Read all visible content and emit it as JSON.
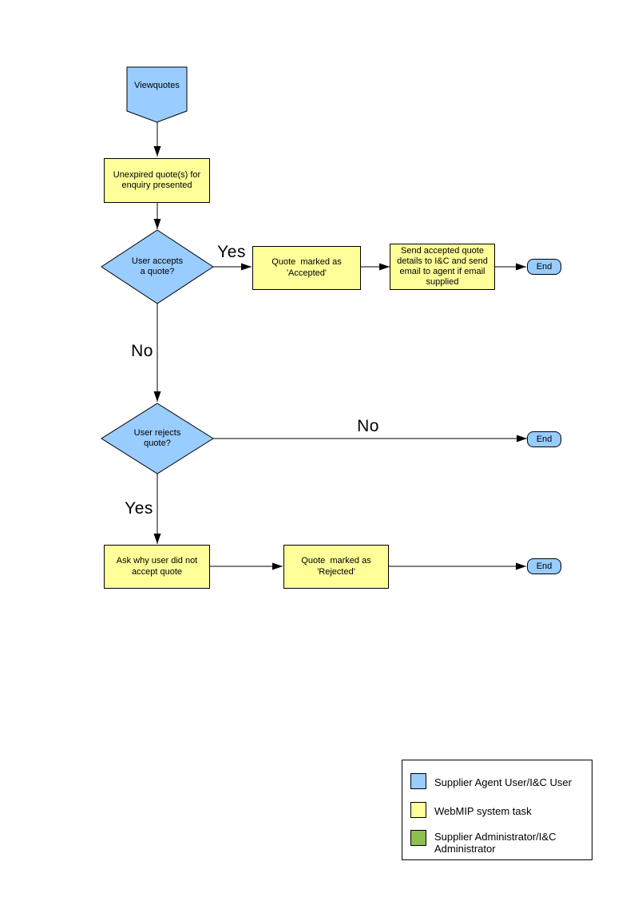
{
  "colors": {
    "actor_fill": "#99CCFF",
    "task_fill": "#FFFF99",
    "admin_fill": "#8DC04E",
    "stroke": "#000000"
  },
  "nodes": {
    "start": {
      "label": "Viewquotes"
    },
    "unexpired": {
      "label": "Unexpired quote(s) for\nenquiry presented"
    },
    "accepts_decision": {
      "label": "User accepts\na quote?"
    },
    "accepted": {
      "label": "Quote  marked as\n'Accepted'"
    },
    "send_details": {
      "label": "Send accepted quote\ndetails to I&C and send\nemail to agent if email\nsupplied"
    },
    "end_accept": {
      "label": "End"
    },
    "rejects_decision": {
      "label": "User rejects\nquote?"
    },
    "end_no_reject": {
      "label": "End"
    },
    "ask_why": {
      "label": "Ask why user did not\naccept quote"
    },
    "rejected": {
      "label": "Quote  marked as\n'Rejected'"
    },
    "end_reject": {
      "label": "End"
    }
  },
  "edge_labels": {
    "accept_yes": "Yes",
    "accept_no": "No",
    "reject_no": "No",
    "reject_yes": "Yes"
  },
  "legend": {
    "items": [
      {
        "color": "#99CCFF",
        "label": "Supplier Agent User/I&C User"
      },
      {
        "color": "#FFFF99",
        "label": "WebMIP system task"
      },
      {
        "color": "#8DC04E",
        "label": "Supplier Administrator/I&C\nAdministrator"
      }
    ]
  }
}
